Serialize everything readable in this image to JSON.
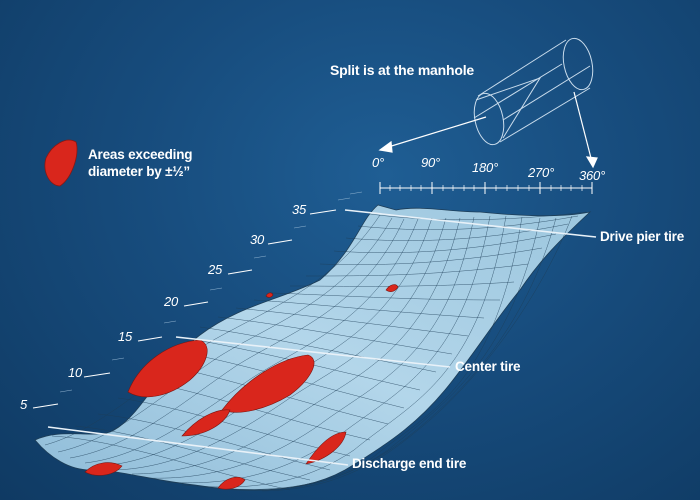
{
  "header": {
    "title": "Split is at the manhole"
  },
  "legend": {
    "line1": "Areas exceeding",
    "line2": "diameter by ±½”",
    "color": "#d9261c"
  },
  "tires": {
    "drive": "Drive pier tire",
    "center": "Center tire",
    "discharge": "Discharge end tire"
  },
  "angle_axis": [
    "0°",
    "90°",
    "180°",
    "270°",
    "360°"
  ],
  "length_axis": [
    "5",
    "10",
    "15",
    "20",
    "25",
    "30",
    "35"
  ],
  "colors": {
    "mesh": "#a9cfe6",
    "mesh_line": "#1d3d57",
    "background": "#174c7d"
  }
}
